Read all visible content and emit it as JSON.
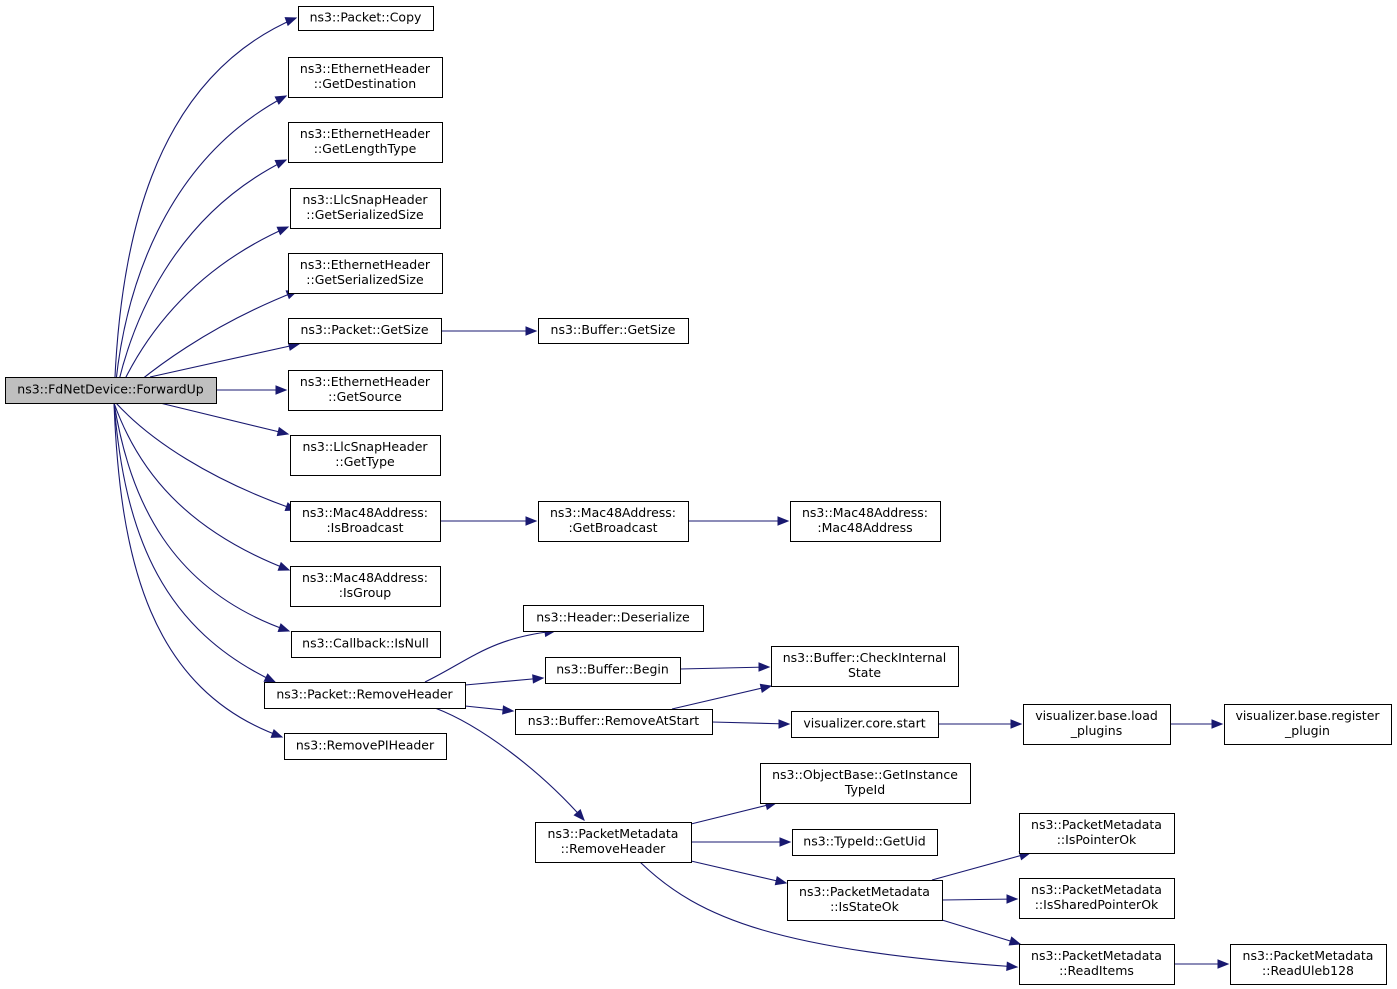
{
  "graph": {
    "root": "ns3::FdNetDevice::ForwardUp",
    "nodes": [
      {
        "id": "root",
        "lines": [
          "ns3::FdNetDevice::ForwardUp"
        ]
      },
      {
        "id": "copy",
        "lines": [
          "ns3::Packet::Copy"
        ]
      },
      {
        "id": "eth_getdest",
        "lines": [
          "ns3::EthernetHeader",
          "::GetDestination"
        ]
      },
      {
        "id": "eth_getlen",
        "lines": [
          "ns3::EthernetHeader",
          "::GetLengthType"
        ]
      },
      {
        "id": "llc_getser",
        "lines": [
          "ns3::LlcSnapHeader",
          "::GetSerializedSize"
        ]
      },
      {
        "id": "eth_getser",
        "lines": [
          "ns3::EthernetHeader",
          "::GetSerializedSize"
        ]
      },
      {
        "id": "pkt_getsize",
        "lines": [
          "ns3::Packet::GetSize"
        ]
      },
      {
        "id": "buf_getsize",
        "lines": [
          "ns3::Buffer::GetSize"
        ]
      },
      {
        "id": "eth_getsrc",
        "lines": [
          "ns3::EthernetHeader",
          "::GetSource"
        ]
      },
      {
        "id": "llc_gettype",
        "lines": [
          "ns3::LlcSnapHeader",
          "::GetType"
        ]
      },
      {
        "id": "mac_isbcast",
        "lines": [
          "ns3::Mac48Address:",
          ":IsBroadcast"
        ]
      },
      {
        "id": "mac_getbcast",
        "lines": [
          "ns3::Mac48Address:",
          ":GetBroadcast"
        ]
      },
      {
        "id": "mac_ctor",
        "lines": [
          "ns3::Mac48Address:",
          ":Mac48Address"
        ]
      },
      {
        "id": "mac_isgroup",
        "lines": [
          "ns3::Mac48Address:",
          ":IsGroup"
        ]
      },
      {
        "id": "cb_isnull",
        "lines": [
          "ns3::Callback::IsNull"
        ]
      },
      {
        "id": "hdr_deser",
        "lines": [
          "ns3::Header::Deserialize"
        ]
      },
      {
        "id": "buf_begin",
        "lines": [
          "ns3::Buffer::Begin"
        ]
      },
      {
        "id": "buf_check",
        "lines": [
          "ns3::Buffer::CheckInternal",
          "State"
        ]
      },
      {
        "id": "pkt_rmhdr",
        "lines": [
          "ns3::Packet::RemoveHeader"
        ]
      },
      {
        "id": "buf_rmstart",
        "lines": [
          "ns3::Buffer::RemoveAtStart"
        ]
      },
      {
        "id": "viz_start",
        "lines": [
          "visualizer.core.start"
        ]
      },
      {
        "id": "viz_load",
        "lines": [
          "visualizer.base.load",
          "_plugins"
        ]
      },
      {
        "id": "viz_reg",
        "lines": [
          "visualizer.base.register",
          "_plugin"
        ]
      },
      {
        "id": "rm_pi",
        "lines": [
          "ns3::RemovePIHeader"
        ]
      },
      {
        "id": "obj_getinst",
        "lines": [
          "ns3::ObjectBase::GetInstance",
          "TypeId"
        ]
      },
      {
        "id": "typeid_uid",
        "lines": [
          "ns3::TypeId::GetUid"
        ]
      },
      {
        "id": "pm_rmhdr",
        "lines": [
          "ns3::PacketMetadata",
          "::RemoveHeader"
        ]
      },
      {
        "id": "pm_isptr",
        "lines": [
          "ns3::PacketMetadata",
          "::IsPointerOk"
        ]
      },
      {
        "id": "pm_isstate",
        "lines": [
          "ns3::PacketMetadata",
          "::IsStateOk"
        ]
      },
      {
        "id": "pm_isshared",
        "lines": [
          "ns3::PacketMetadata",
          "::IsSharedPointerOk"
        ]
      },
      {
        "id": "pm_readitems",
        "lines": [
          "ns3::PacketMetadata",
          "::ReadItems"
        ]
      },
      {
        "id": "pm_readuleb",
        "lines": [
          "ns3::PacketMetadata",
          "::ReadUleb128"
        ]
      }
    ],
    "edges": [
      {
        "from": "root",
        "to": "copy"
      },
      {
        "from": "root",
        "to": "eth_getdest"
      },
      {
        "from": "root",
        "to": "eth_getlen"
      },
      {
        "from": "root",
        "to": "llc_getser"
      },
      {
        "from": "root",
        "to": "eth_getser"
      },
      {
        "from": "root",
        "to": "pkt_getsize"
      },
      {
        "from": "root",
        "to": "eth_getsrc"
      },
      {
        "from": "root",
        "to": "llc_gettype"
      },
      {
        "from": "root",
        "to": "mac_isbcast"
      },
      {
        "from": "root",
        "to": "mac_isgroup"
      },
      {
        "from": "root",
        "to": "cb_isnull"
      },
      {
        "from": "root",
        "to": "pkt_rmhdr"
      },
      {
        "from": "root",
        "to": "rm_pi"
      },
      {
        "from": "pkt_getsize",
        "to": "buf_getsize"
      },
      {
        "from": "mac_isbcast",
        "to": "mac_getbcast"
      },
      {
        "from": "mac_getbcast",
        "to": "mac_ctor"
      },
      {
        "from": "pkt_rmhdr",
        "to": "hdr_deser"
      },
      {
        "from": "pkt_rmhdr",
        "to": "buf_begin"
      },
      {
        "from": "pkt_rmhdr",
        "to": "buf_rmstart"
      },
      {
        "from": "pkt_rmhdr",
        "to": "pm_rmhdr"
      },
      {
        "from": "buf_begin",
        "to": "buf_check"
      },
      {
        "from": "buf_rmstart",
        "to": "buf_check"
      },
      {
        "from": "buf_rmstart",
        "to": "viz_start"
      },
      {
        "from": "viz_start",
        "to": "viz_load"
      },
      {
        "from": "viz_load",
        "to": "viz_reg"
      },
      {
        "from": "pm_rmhdr",
        "to": "obj_getinst"
      },
      {
        "from": "pm_rmhdr",
        "to": "typeid_uid"
      },
      {
        "from": "pm_rmhdr",
        "to": "pm_isstate"
      },
      {
        "from": "pm_rmhdr",
        "to": "pm_readitems"
      },
      {
        "from": "pm_isstate",
        "to": "pm_isptr"
      },
      {
        "from": "pm_isstate",
        "to": "pm_isshared"
      },
      {
        "from": "pm_isstate",
        "to": "pm_readitems"
      },
      {
        "from": "pm_readitems",
        "to": "pm_readuleb"
      }
    ]
  }
}
